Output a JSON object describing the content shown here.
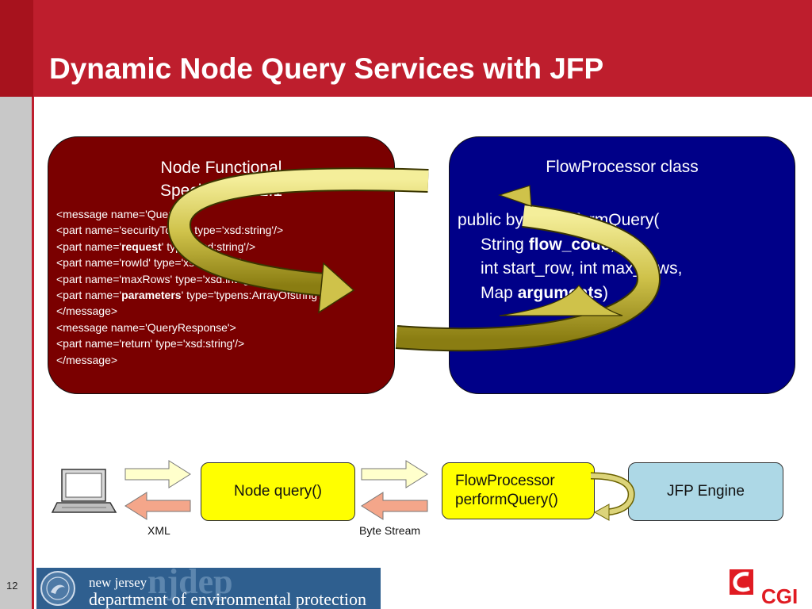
{
  "slide": {
    "title": "Dynamic Node Query Services with JFP",
    "number": "12"
  },
  "left_panel": {
    "heading_line1": "Node Functional",
    "heading_line2": "Specification 1.1",
    "xml_lines": {
      "l1": "<message name='Query'>",
      "l2": "<part name='securityToken' type='xsd:string'/>",
      "l3_pre": "<part name='",
      "l3_bold": "request",
      "l3_post": "' type='xsd:string'/>",
      "l4": "<part name='rowId' type='xsd:integer/>",
      "l5": "<part name='maxRows' type='xsd:integer/>",
      "l6_pre": "<part name='",
      "l6_bold": "parameters",
      "l6_post": "' type='typens:ArrayOfstring'/>",
      "l7": "</message>",
      "l8": "<message name='QueryResponse'>",
      "l9": "<part name='return' type='xsd:string'/>",
      "l10": "</message>"
    }
  },
  "right_panel": {
    "heading": "FlowProcessor class",
    "code": {
      "l1": "public byte[] performQuery(",
      "l2_pre": "String ",
      "l2_bold": "flow_code",
      "l2_post": ",",
      "l3": "int start_row, int max_rows,",
      "l4_pre": "Map ",
      "l4_bold": "arguments",
      "l4_post": ")"
    }
  },
  "flow": {
    "node_box": "Node query()",
    "fp_box_line1": "FlowProcessor",
    "fp_box_line2": "performQuery()",
    "jfp_box": "JFP Engine",
    "xml_label": "XML",
    "byte_stream_label": "Byte Stream"
  },
  "footer": {
    "logo_big": "njdep",
    "logo_state": "new jersey",
    "logo_dept": "department of environmental protection",
    "cgi_text": "CGI"
  },
  "colors": {
    "brand_red": "#be1e2d",
    "panel_red": "#7a0000",
    "panel_blue": "#000088",
    "box_yellow": "#ffff00",
    "box_lightblue": "#add8e6"
  },
  "icons": [
    "laptop-icon",
    "right-arrow-icon",
    "left-arrow-icon",
    "curved-arrow-icon",
    "nj-seal-icon",
    "cgi-logo-icon"
  ]
}
